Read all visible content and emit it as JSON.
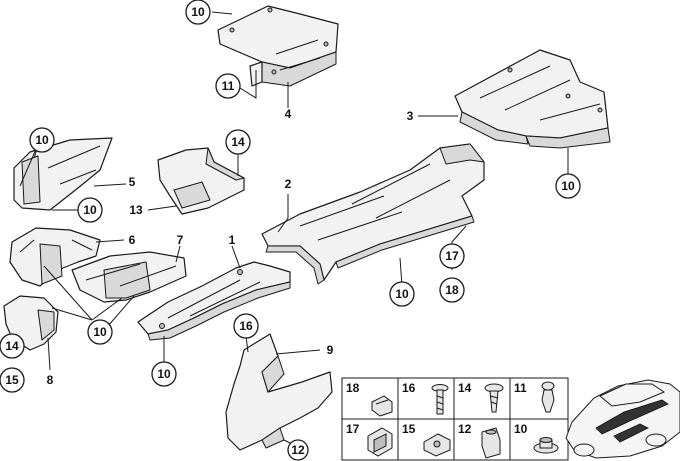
{
  "diagram": {
    "callouts": [
      {
        "id": "c10a",
        "label": "10"
      },
      {
        "id": "c11",
        "label": "11"
      },
      {
        "id": "c10b",
        "label": "10"
      },
      {
        "id": "c14a",
        "label": "14"
      },
      {
        "id": "c10c",
        "label": "10"
      },
      {
        "id": "c10d",
        "label": "10"
      },
      {
        "id": "c17",
        "label": "17"
      },
      {
        "id": "c10e",
        "label": "10"
      },
      {
        "id": "c18",
        "label": "18"
      },
      {
        "id": "c10f",
        "label": "10"
      },
      {
        "id": "c14b",
        "label": "14"
      },
      {
        "id": "c15",
        "label": "15"
      },
      {
        "id": "c16",
        "label": "16"
      },
      {
        "id": "c10g",
        "label": "10"
      },
      {
        "id": "c12",
        "label": "12"
      },
      {
        "id": "c10h",
        "label": "10"
      }
    ],
    "labels": [
      {
        "id": "l4",
        "label": "4"
      },
      {
        "id": "l3",
        "label": "3"
      },
      {
        "id": "l5",
        "label": "5"
      },
      {
        "id": "l13",
        "label": "13"
      },
      {
        "id": "l2",
        "label": "2"
      },
      {
        "id": "l6",
        "label": "6"
      },
      {
        "id": "l7",
        "label": "7"
      },
      {
        "id": "l1",
        "label": "1"
      },
      {
        "id": "l9",
        "label": "9"
      },
      {
        "id": "l8",
        "label": "8"
      }
    ],
    "fastener_grid": [
      {
        "label": "18",
        "icon": "clip-18-icon"
      },
      {
        "label": "16",
        "icon": "screw-16-icon"
      },
      {
        "label": "14",
        "icon": "screw-14-icon"
      },
      {
        "label": "11",
        "icon": "rivet-11-icon"
      },
      {
        "label": "17",
        "icon": "clip-17-icon"
      },
      {
        "label": "15",
        "icon": "nut-clip-15-icon"
      },
      {
        "label": "12",
        "icon": "nut-12-icon"
      },
      {
        "label": "10",
        "icon": "washer-nut-10-icon"
      }
    ],
    "locator_icon": "car-locator-icon"
  }
}
